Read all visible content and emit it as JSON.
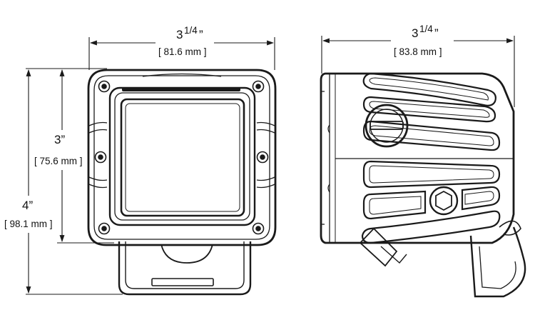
{
  "front_view": {
    "width": {
      "whole": "3",
      "fraction": "1/4",
      "inch_mark": "”",
      "metric": "[ 81.6 mm ]"
    },
    "height_body": {
      "value": "3”",
      "metric": "[ 75.6 mm ]"
    },
    "height_total": {
      "value": "4”",
      "metric": "[ 98.1 mm ]"
    }
  },
  "side_view": {
    "depth": {
      "whole": "3",
      "fraction": "1/4",
      "inch_mark": "”",
      "metric": "[ 83.8 mm ]"
    }
  },
  "colors": {
    "line": "#1a1a1a",
    "background": "#ffffff"
  }
}
